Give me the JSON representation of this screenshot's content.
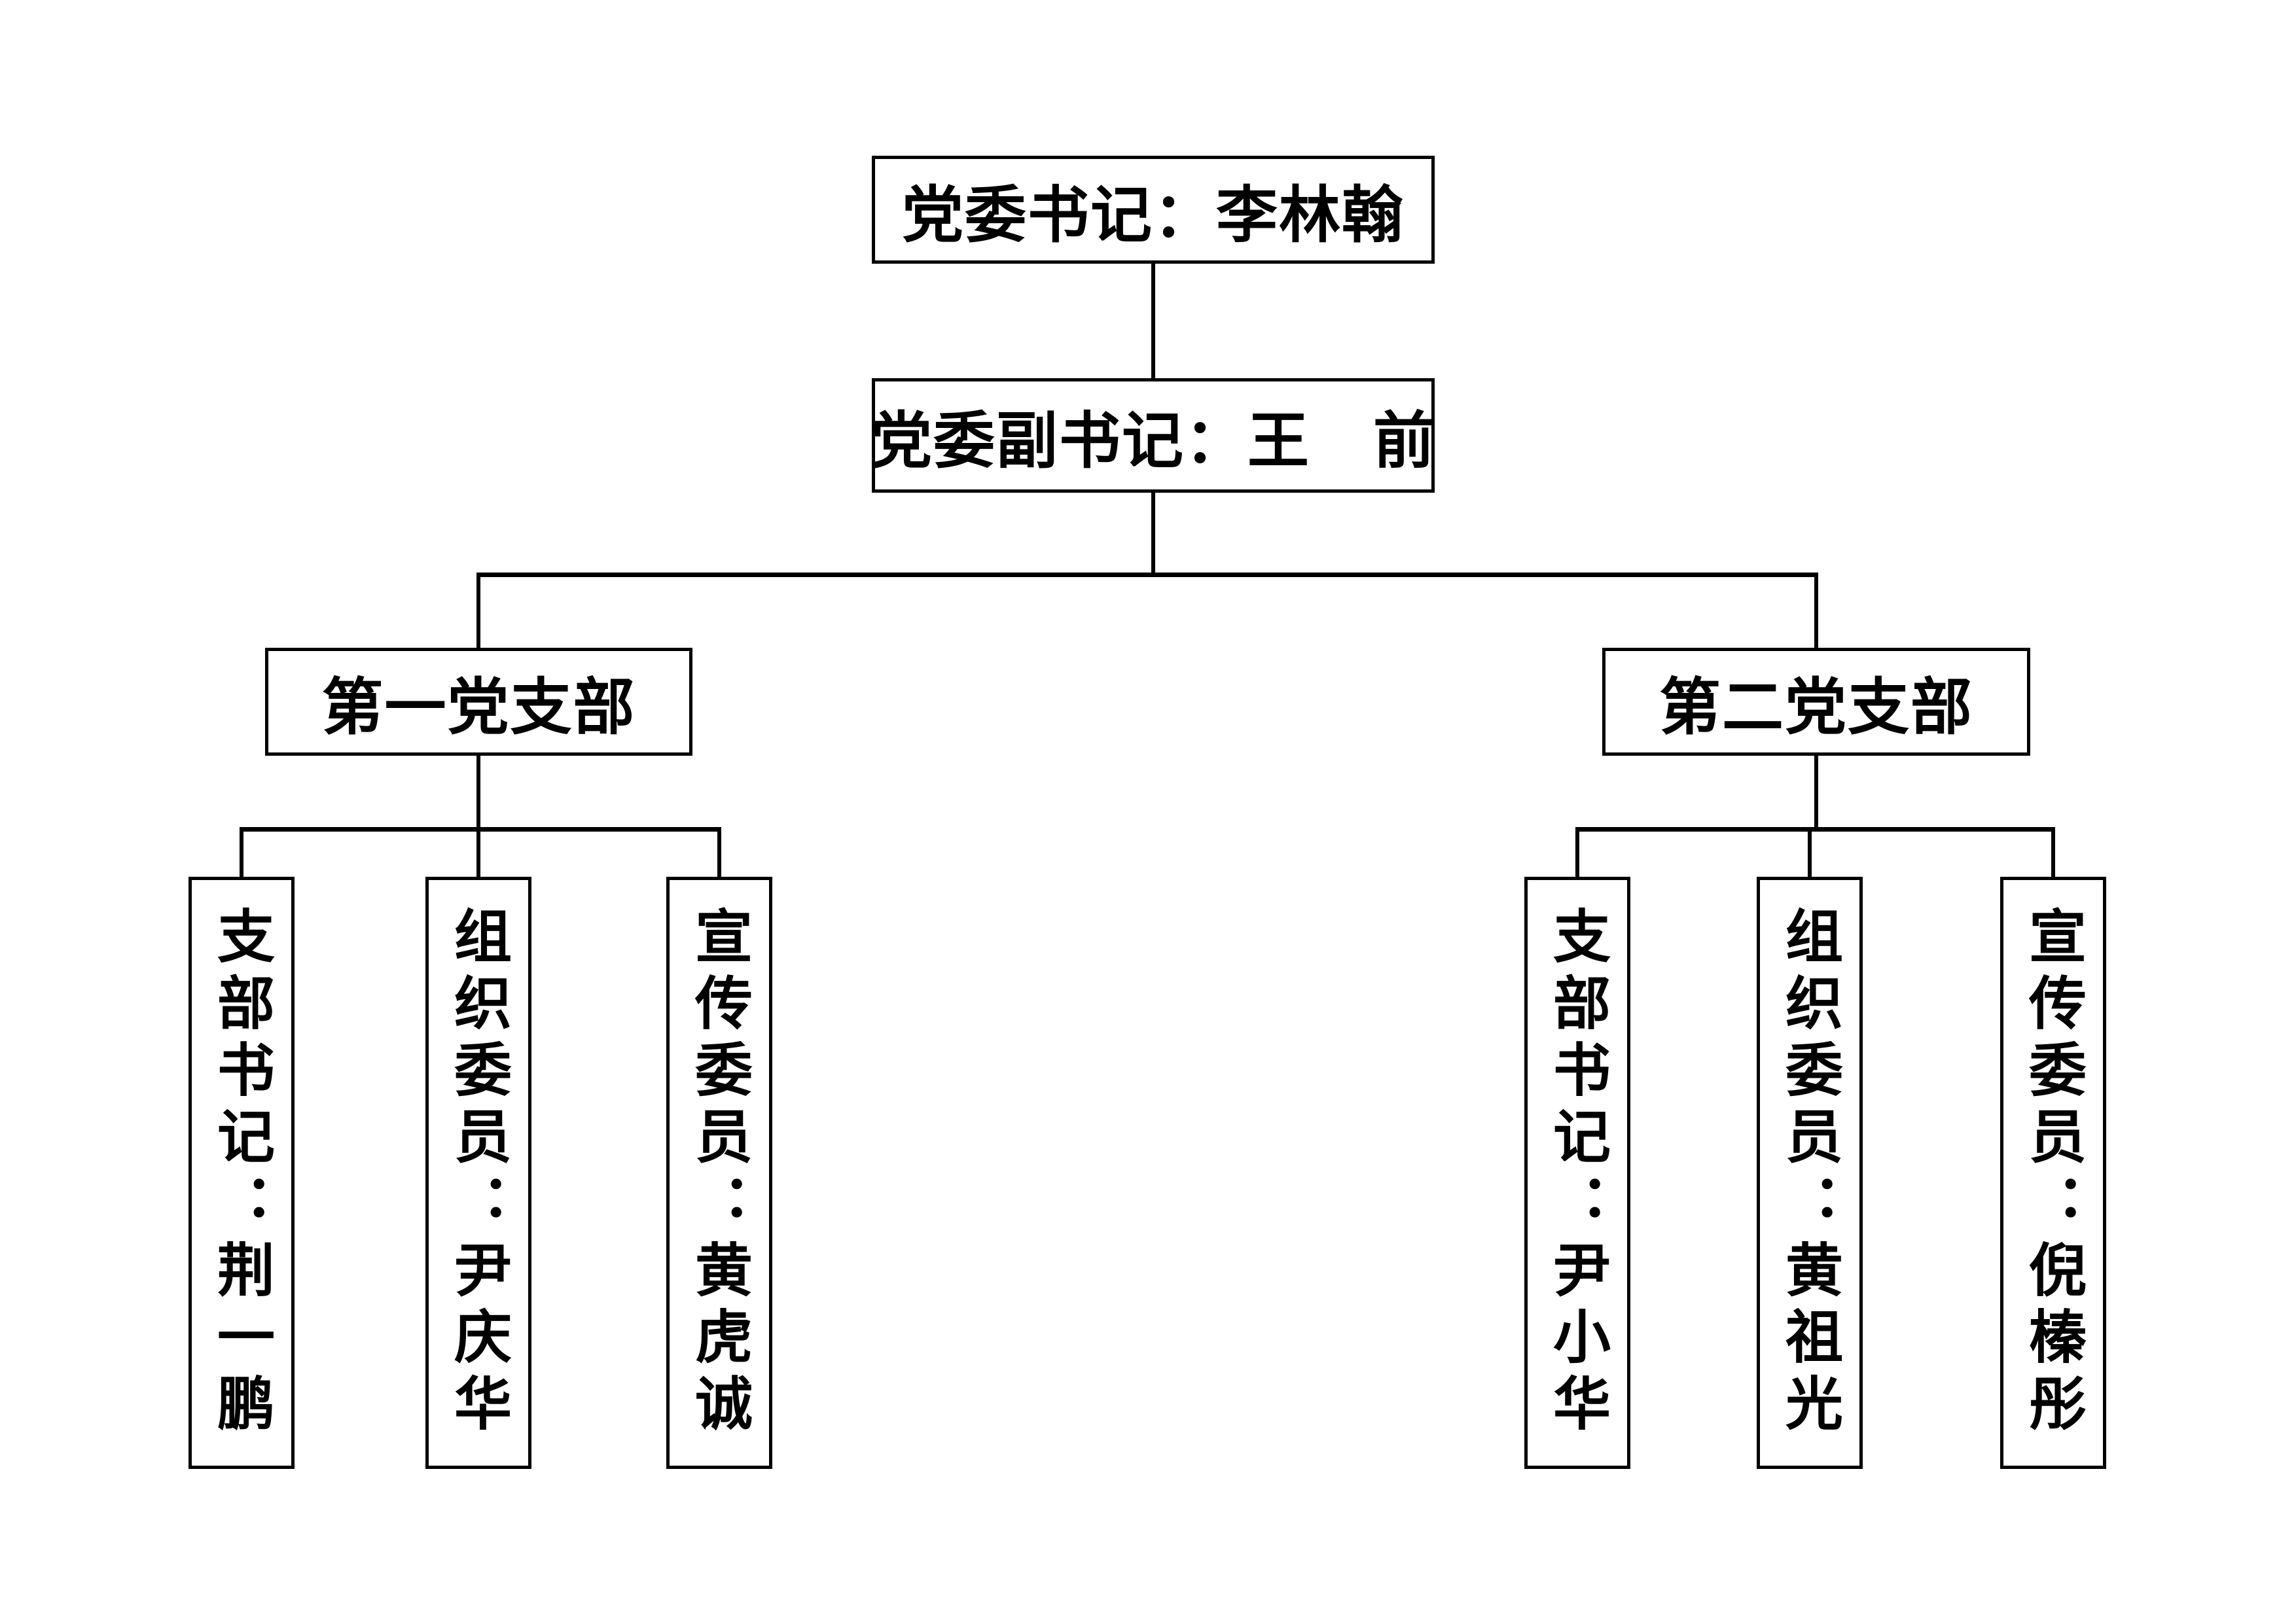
{
  "colors": {
    "ink": "#000000",
    "paper": "#ffffff"
  },
  "org_chart": {
    "root": {
      "label": "党委书记：李林翰"
    },
    "deputy": {
      "label": "党委副书记：王　前"
    },
    "branches": [
      {
        "label": "第一党支部",
        "members": [
          "支部书记：荆一鹏",
          "组织委员：尹庆华",
          "宣传委员：黄虎诚"
        ]
      },
      {
        "label": "第二党支部",
        "members": [
          "支部书记：尹小华",
          "组织委员：黄祖光",
          "宣传委员：倪榛彤"
        ]
      }
    ]
  }
}
